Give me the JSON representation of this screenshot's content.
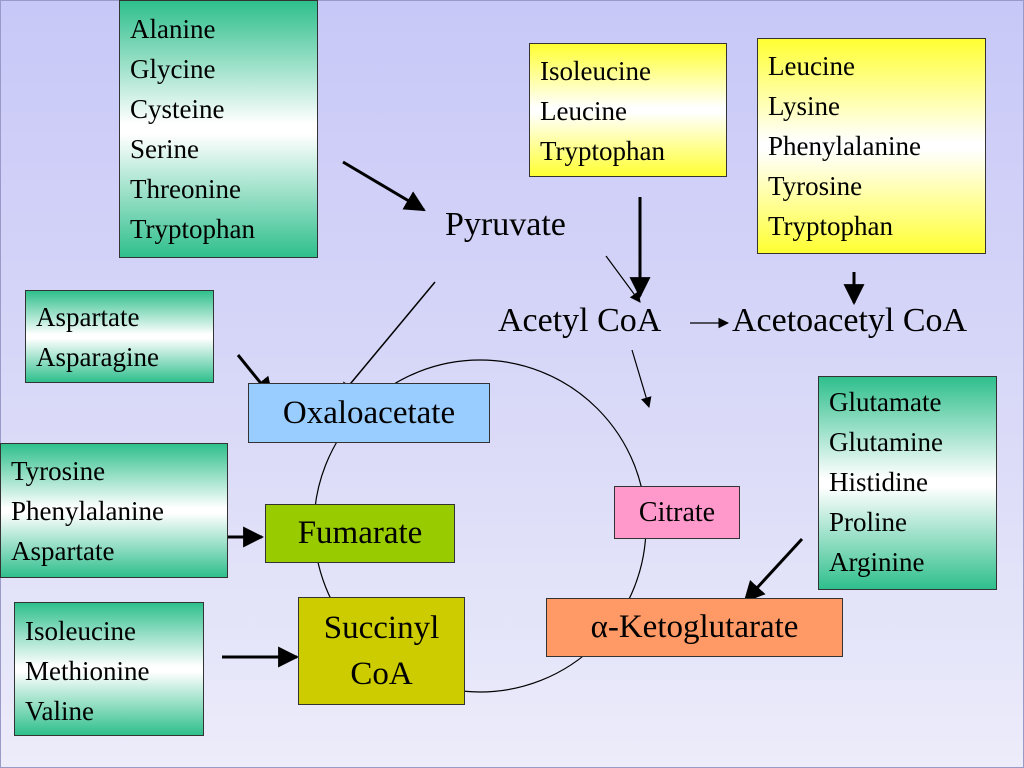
{
  "groups": {
    "pyruvate_sources": [
      "Alanine",
      "Glycine",
      "Cysteine",
      "Serine",
      "Threonine",
      "Tryptophan"
    ],
    "acetyl_coa_sources": [
      "Isoleucine",
      "Leucine",
      "Tryptophan"
    ],
    "acetoacetyl_coa_sources": [
      "Leucine",
      "Lysine",
      "Phenylalanine",
      "Tyrosine",
      "Tryptophan"
    ],
    "oxaloacetate_sources": [
      "Aspartate",
      "Asparagine"
    ],
    "fumarate_sources": [
      "Tyrosine",
      "Phenylalanine",
      "Aspartate"
    ],
    "succinyl_coa_sources": [
      "Isoleucine",
      "Methionine",
      "Valine"
    ],
    "ketoglutarate_sources": [
      "Glutamate",
      "Glutamine",
      "Histidine",
      "Proline",
      "Arginine"
    ]
  },
  "nodes": {
    "pyruvate": "Pyruvate",
    "acetyl_coa": "Acetyl CoA",
    "acetoacetyl_coa": "Acetoacetyl CoA",
    "oxaloacetate": "Oxaloacetate",
    "fumarate": "Fumarate",
    "succinyl_coa": [
      "Succinyl",
      "CoA"
    ],
    "citrate": "Citrate",
    "ketoglutarate": "α-Ketoglutarate"
  },
  "colors": {
    "teal": "#2fbf8d",
    "yellow": "#ffff33",
    "oxaloacetate": "#99ccff",
    "fumarate": "#99cc00",
    "succinyl_coa": "#cccc00",
    "citrate": "#ff99cc",
    "ketoglutarate": "#ff9966"
  }
}
